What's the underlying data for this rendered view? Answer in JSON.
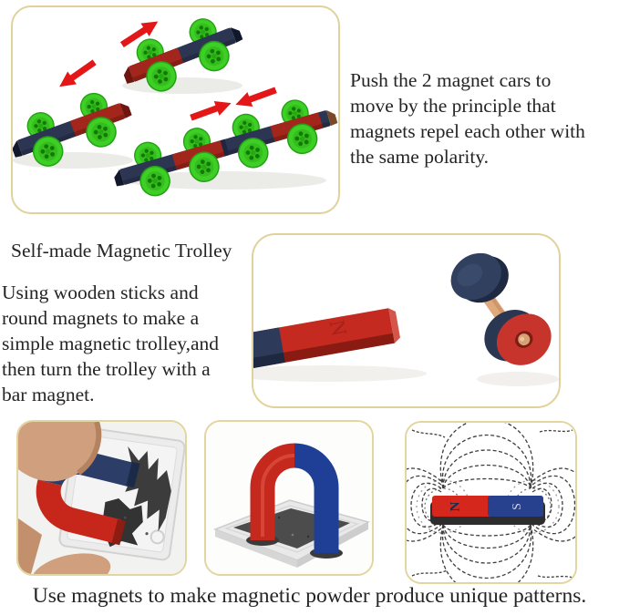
{
  "top": {
    "caption_lines": [
      "Push the 2 magnet cars to",
      "move by the principle that",
      "magnets repel each other with",
      "the same polarity."
    ]
  },
  "middle": {
    "heading": "Self-made Magnetic Trolley",
    "body_lines": [
      "Using wooden sticks and",
      "round magnets to make a",
      "simple magnetic trolley,and",
      "then turn the trolley with a",
      "bar magnet."
    ]
  },
  "bottom": {
    "caption": "Use magnets to make magnetic powder produce unique patterns."
  },
  "magnet_labels": {
    "north": "N",
    "south": "S"
  },
  "colors": {
    "panel_border": "#e0d29a",
    "magnet_red": "#c5281d",
    "magnet_blue": "#23418f",
    "magnet_navy": "#2c3552",
    "wheel_green": "#3ecf27",
    "arrow_red": "#e31717",
    "wood_tan": "#e0a97b",
    "text": "#242424",
    "background": "#ffffff"
  }
}
